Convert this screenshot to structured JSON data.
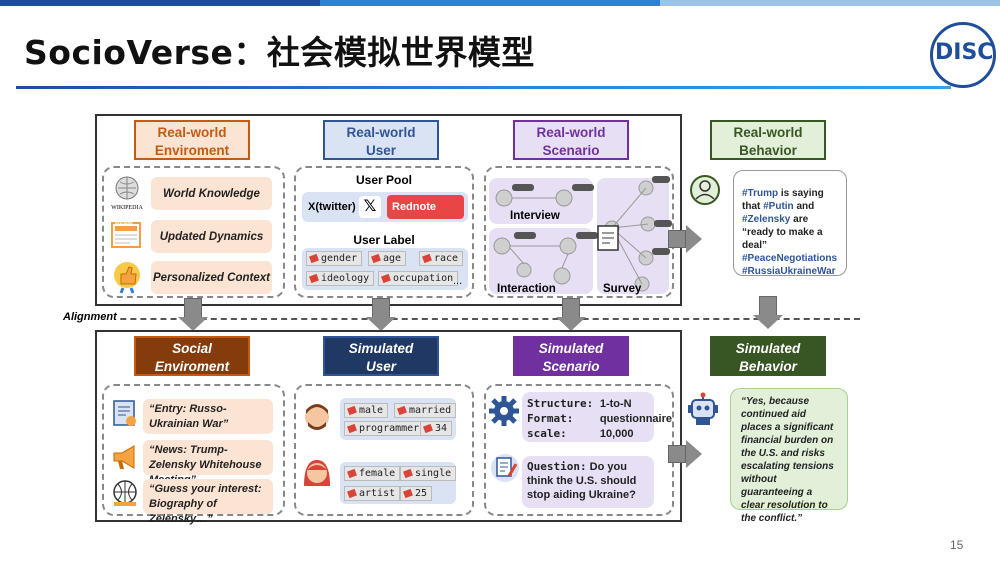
{
  "slide": {
    "title": "SocioVerse：社会模拟世界模型",
    "logo_text": "DISC",
    "page_number": "15"
  },
  "colors": {
    "env_border": "#c55a11",
    "env_fill": "#fbe4d3",
    "user_border": "#2f5597",
    "user_fill": "#dae3f3",
    "scenario_border": "#7030a0",
    "scenario_fill": "#e7e0f5",
    "behavior_border": "#385723",
    "behavior_fill": "#e2efd9",
    "social_fill": "#843c0c",
    "sim_user_fill": "#1f3864",
    "sim_scenario_fill": "#7030a0",
    "sim_behavior_fill": "#375623"
  },
  "real_world": {
    "environment": {
      "title_line1": "Real-world",
      "title_line2": "Enviroment",
      "items": [
        "World Knowledge",
        "Updated Dynamics",
        "Personalized Context"
      ],
      "wiki_label": "WIKIPEDIA",
      "news_label": "NEWS"
    },
    "user": {
      "title_line1": "Real-world",
      "title_line2": "User",
      "pool_title": "User Pool",
      "x_label": "X(twitter)",
      "rednote_label": "Rednote",
      "label_title": "User Label",
      "tags": [
        "gender",
        "age",
        "race",
        "ideology",
        "occupation"
      ],
      "ellipsis": "..."
    },
    "scenario": {
      "title_line1": "Real-world",
      "title_line2": "Scenario",
      "labels": [
        "Interview",
        "Interaction",
        "Survey"
      ],
      "dots": "••••"
    },
    "behavior": {
      "title_line1": "Real-world",
      "title_line2": "Behavior",
      "tweet": {
        "h1": "#Trump",
        "t1": " is saying that ",
        "h2": "#Putin",
        "t2": " and ",
        "h3": "#Zelensky",
        "t3": " are “ready to make a deal”",
        "h4": "#PeaceNegotiations",
        "h5": "#RussiaUkraineWar"
      }
    }
  },
  "alignment_label": "Alignment",
  "simulated": {
    "environment": {
      "title_line1": "Social",
      "title_line2": "Enviroment",
      "items": [
        "“Entry: Russo-Ukrainian War”",
        "“News: Trump-Zelensky Whitehouse Meeting”",
        "“Guess your interest: Biography of Zelensky…”"
      ]
    },
    "user": {
      "title_line1": "Simulated",
      "title_line2": "User",
      "user1_tags": [
        "male",
        "married",
        "programmer",
        "34"
      ],
      "user2_tags": [
        "female",
        "single",
        "artist",
        "25"
      ]
    },
    "scenario": {
      "title_line1": "Simulated",
      "title_line2": "Scenario",
      "structure_key": "Structure:",
      "structure_val": "1-to-N",
      "format_key": "Format:",
      "format_val": "questionnaire",
      "scale_key": "scale:",
      "scale_val": "10,000",
      "question_key": "Question:",
      "question_val": "Do you think the U.S. should stop aiding Ukraine?"
    },
    "behavior": {
      "title_line1": "Simulated",
      "title_line2": "Behavior",
      "response": "“Yes, because continued aid places a significant financial burden on the U.S. and risks escalating tensions without guaranteeing a clear resolution to the conflict.”"
    }
  }
}
